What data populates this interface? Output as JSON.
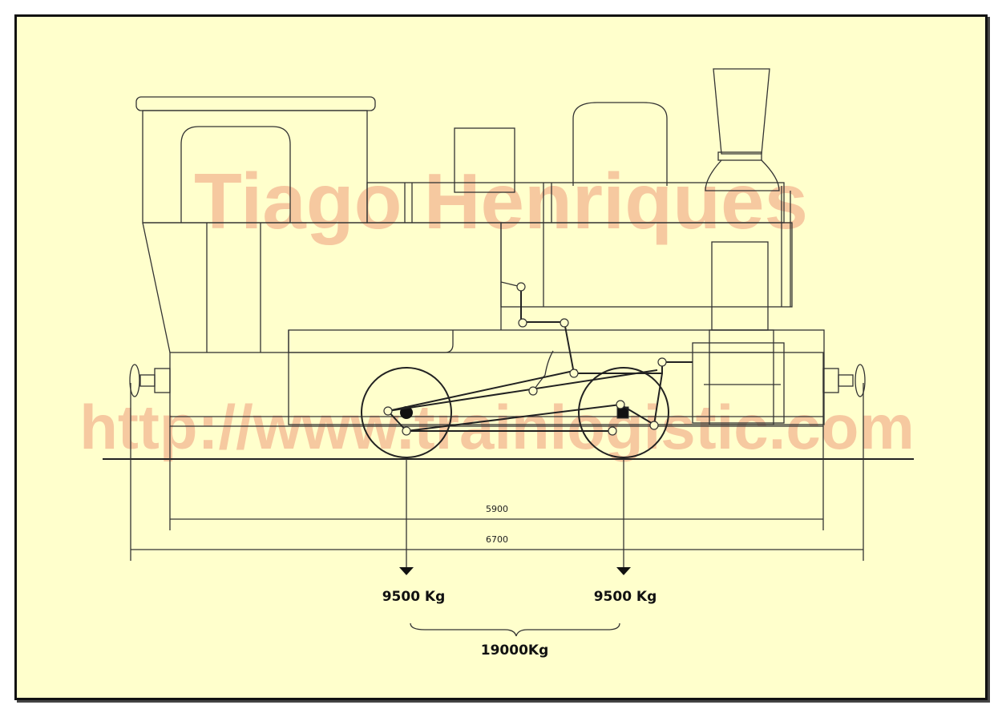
{
  "watermark": {
    "name": "Tiago Henriques",
    "url": "http://www.trainlogistic.com"
  },
  "dimensions": {
    "frame_length": "5900",
    "overall_length": "6700"
  },
  "loads": {
    "front_axle": "9500 Kg",
    "rear_axle": "9500 Kg",
    "total": "19000Kg"
  },
  "colors": {
    "background": "#ffffcc",
    "watermark": "#f6c9a0",
    "line": "#333333"
  }
}
